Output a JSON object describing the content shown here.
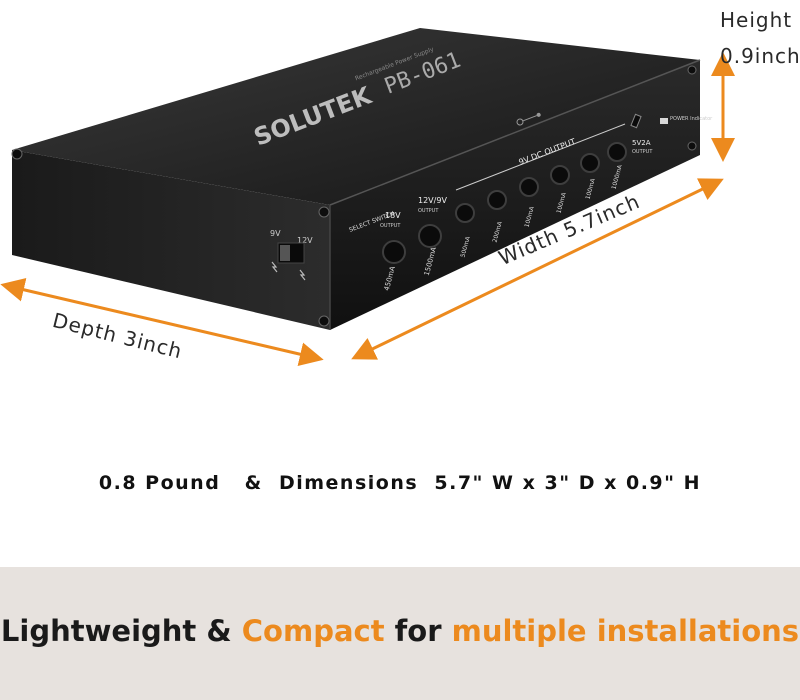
{
  "product": {
    "brand": "SOLUTEK",
    "model": "PB-061",
    "top_subtitle": "Rechargeable Power Supply",
    "select_switch": "SELECT\nSWITCH",
    "switch_9v": "9V",
    "switch_12v": "12V",
    "out_18v_title": "18V",
    "out_18v_sub": "OUTPUT",
    "out_18v_ma": "450mA",
    "out_12v_title": "12V/9V",
    "out_12v_sub": "OUTPUT",
    "out_12v_ma": "1500mA",
    "dc_group_label": "9V DC OUTPUT",
    "dc_ports": [
      "500mA",
      "200mA",
      "100mA",
      "100mA",
      "100mA",
      "1000mA"
    ],
    "usb_label": "5V2A",
    "usb_sub": "OUTPUT",
    "power_indicator": "POWER\nIndicator"
  },
  "dimensions": {
    "height_title": "Height",
    "height_value": "0.9inch",
    "width": "Width  5.7inch",
    "depth": "Depth 3inch"
  },
  "spec_line": "0.8 Pound   &  Dimensions  5.7\" W x 3\" D x 0.9\" H",
  "banner": {
    "part1": "Lightweight & ",
    "part2": "Compact",
    "part3": " for ",
    "part4": "multiple installations"
  },
  "colors": {
    "arrow": "#ec8a1e",
    "banner_bg": "#e7e2de",
    "accent_orange": "#ec8a1e",
    "device_body": "#232323"
  }
}
